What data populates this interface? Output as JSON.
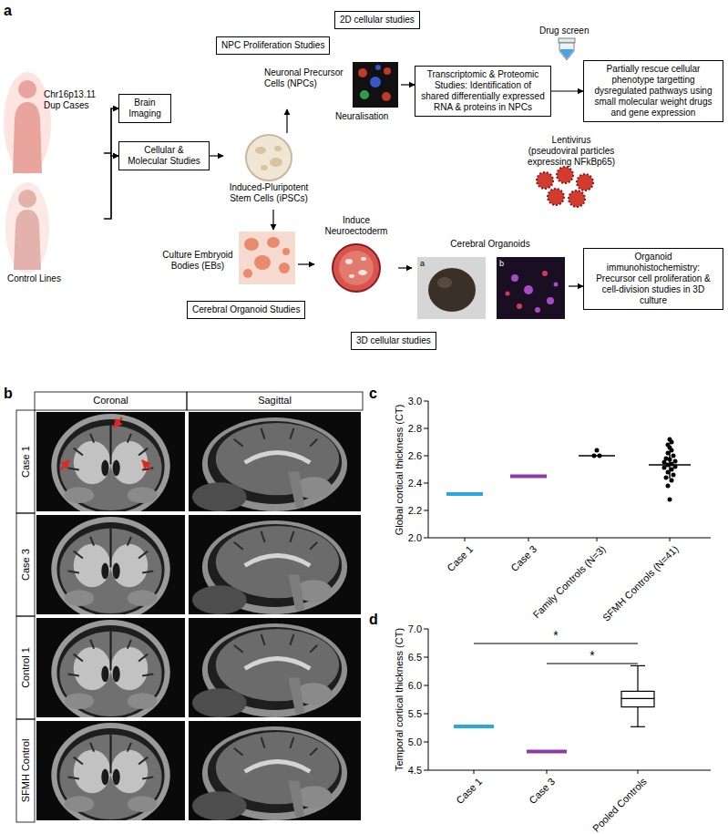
{
  "diagram": {
    "nodes": [
      {
        "text": [
          "2D cellular studies"
        ]
      },
      {
        "text": [
          "NPC Proliferation Studies"
        ]
      },
      {
        "text": [
          "Chr16p13.11 Dup Cases"
        ]
      },
      {
        "text": [
          "Brain Imaging"
        ]
      },
      {
        "text": [
          "Neuronal Precursor Cells (NPCs)"
        ]
      },
      {
        "text": [
          "Transcriptomic & Proteomic Studies: Identification of shared differentially expressed RNA & proteins in NPCs"
        ]
      },
      {
        "text": [
          "Partially rescue cellular phenotype targetting dysregulated pathways using small molecular weight drugs and gene expression"
        ]
      },
      {
        "text": [
          "Cellular & Molecular Studies"
        ]
      },
      {
        "text": [
          "Induced-Pluripotent Stem Cells (iPSCs)"
        ]
      },
      {
        "text": [
          "Culture Embryoid Bodies (EBs)"
        ]
      },
      {
        "text": [
          "Induce Neuroectoderm"
        ]
      },
      {
        "text": [
          "Control Lines"
        ]
      },
      {
        "text": [
          "Cerebral Organoid Studies"
        ]
      },
      {
        "text": [
          "Cerebral Organoids"
        ]
      },
      {
        "text": [
          "Organoid immunohistochemistry: Precursor cell proliferation & cell-division studies in 3D culture"
        ]
      },
      {
        "text": [
          "3D cellular studies"
        ]
      }
    ],
    "edges": [
      {
        "from": 2,
        "to": 3,
        "arrow": "to"
      },
      {
        "from": 11,
        "to": 3,
        "arrow": "to"
      },
      {
        "from": 2,
        "to": 7,
        "arrow": "to"
      },
      {
        "from": 11,
        "to": 7,
        "arrow": "to"
      },
      {
        "from": 7,
        "to": 8,
        "arrow": "to"
      },
      {
        "from": 8,
        "to": 4,
        "arrow": "to"
      },
      {
        "from": 8,
        "to": 9,
        "arrow": "to"
      },
      {
        "from": 4,
        "to": 5,
        "arrow": "to"
      },
      {
        "from": 5,
        "to": 6,
        "arrow": "to"
      },
      {
        "from": 9,
        "to": 10,
        "arrow": "to"
      },
      {
        "from": 10,
        "to": 13,
        "arrow": "to"
      },
      {
        "from": 13,
        "to": 14,
        "arrow": "to"
      }
    ],
    "labels": [
      "a",
      "Drug screen",
      "Neuralisation",
      "Lentivirus",
      "(pseudoviral particles expressing NFkBp65)",
      "a",
      "b",
      "b",
      "Coronal",
      "Sagittal",
      "Case 1",
      "Case 3",
      "Control 1",
      "SFMH Control",
      "c",
      "Global cortical thickness (CT)",
      "3.0",
      "2.8",
      "2.6",
      "2.4",
      "2.2",
      "2.0",
      "Case 1",
      "Case 3",
      "Family Controls (N=3)",
      "SFMH Controls (N=41)",
      "d",
      "Temporal cortical thickness (CT)",
      "7.0",
      "6.5",
      "6.0",
      "5.5",
      "5.0",
      "4.5",
      "Case 1",
      "Case 3",
      "Pooled Controls",
      "*",
      "*"
    ]
  }
}
